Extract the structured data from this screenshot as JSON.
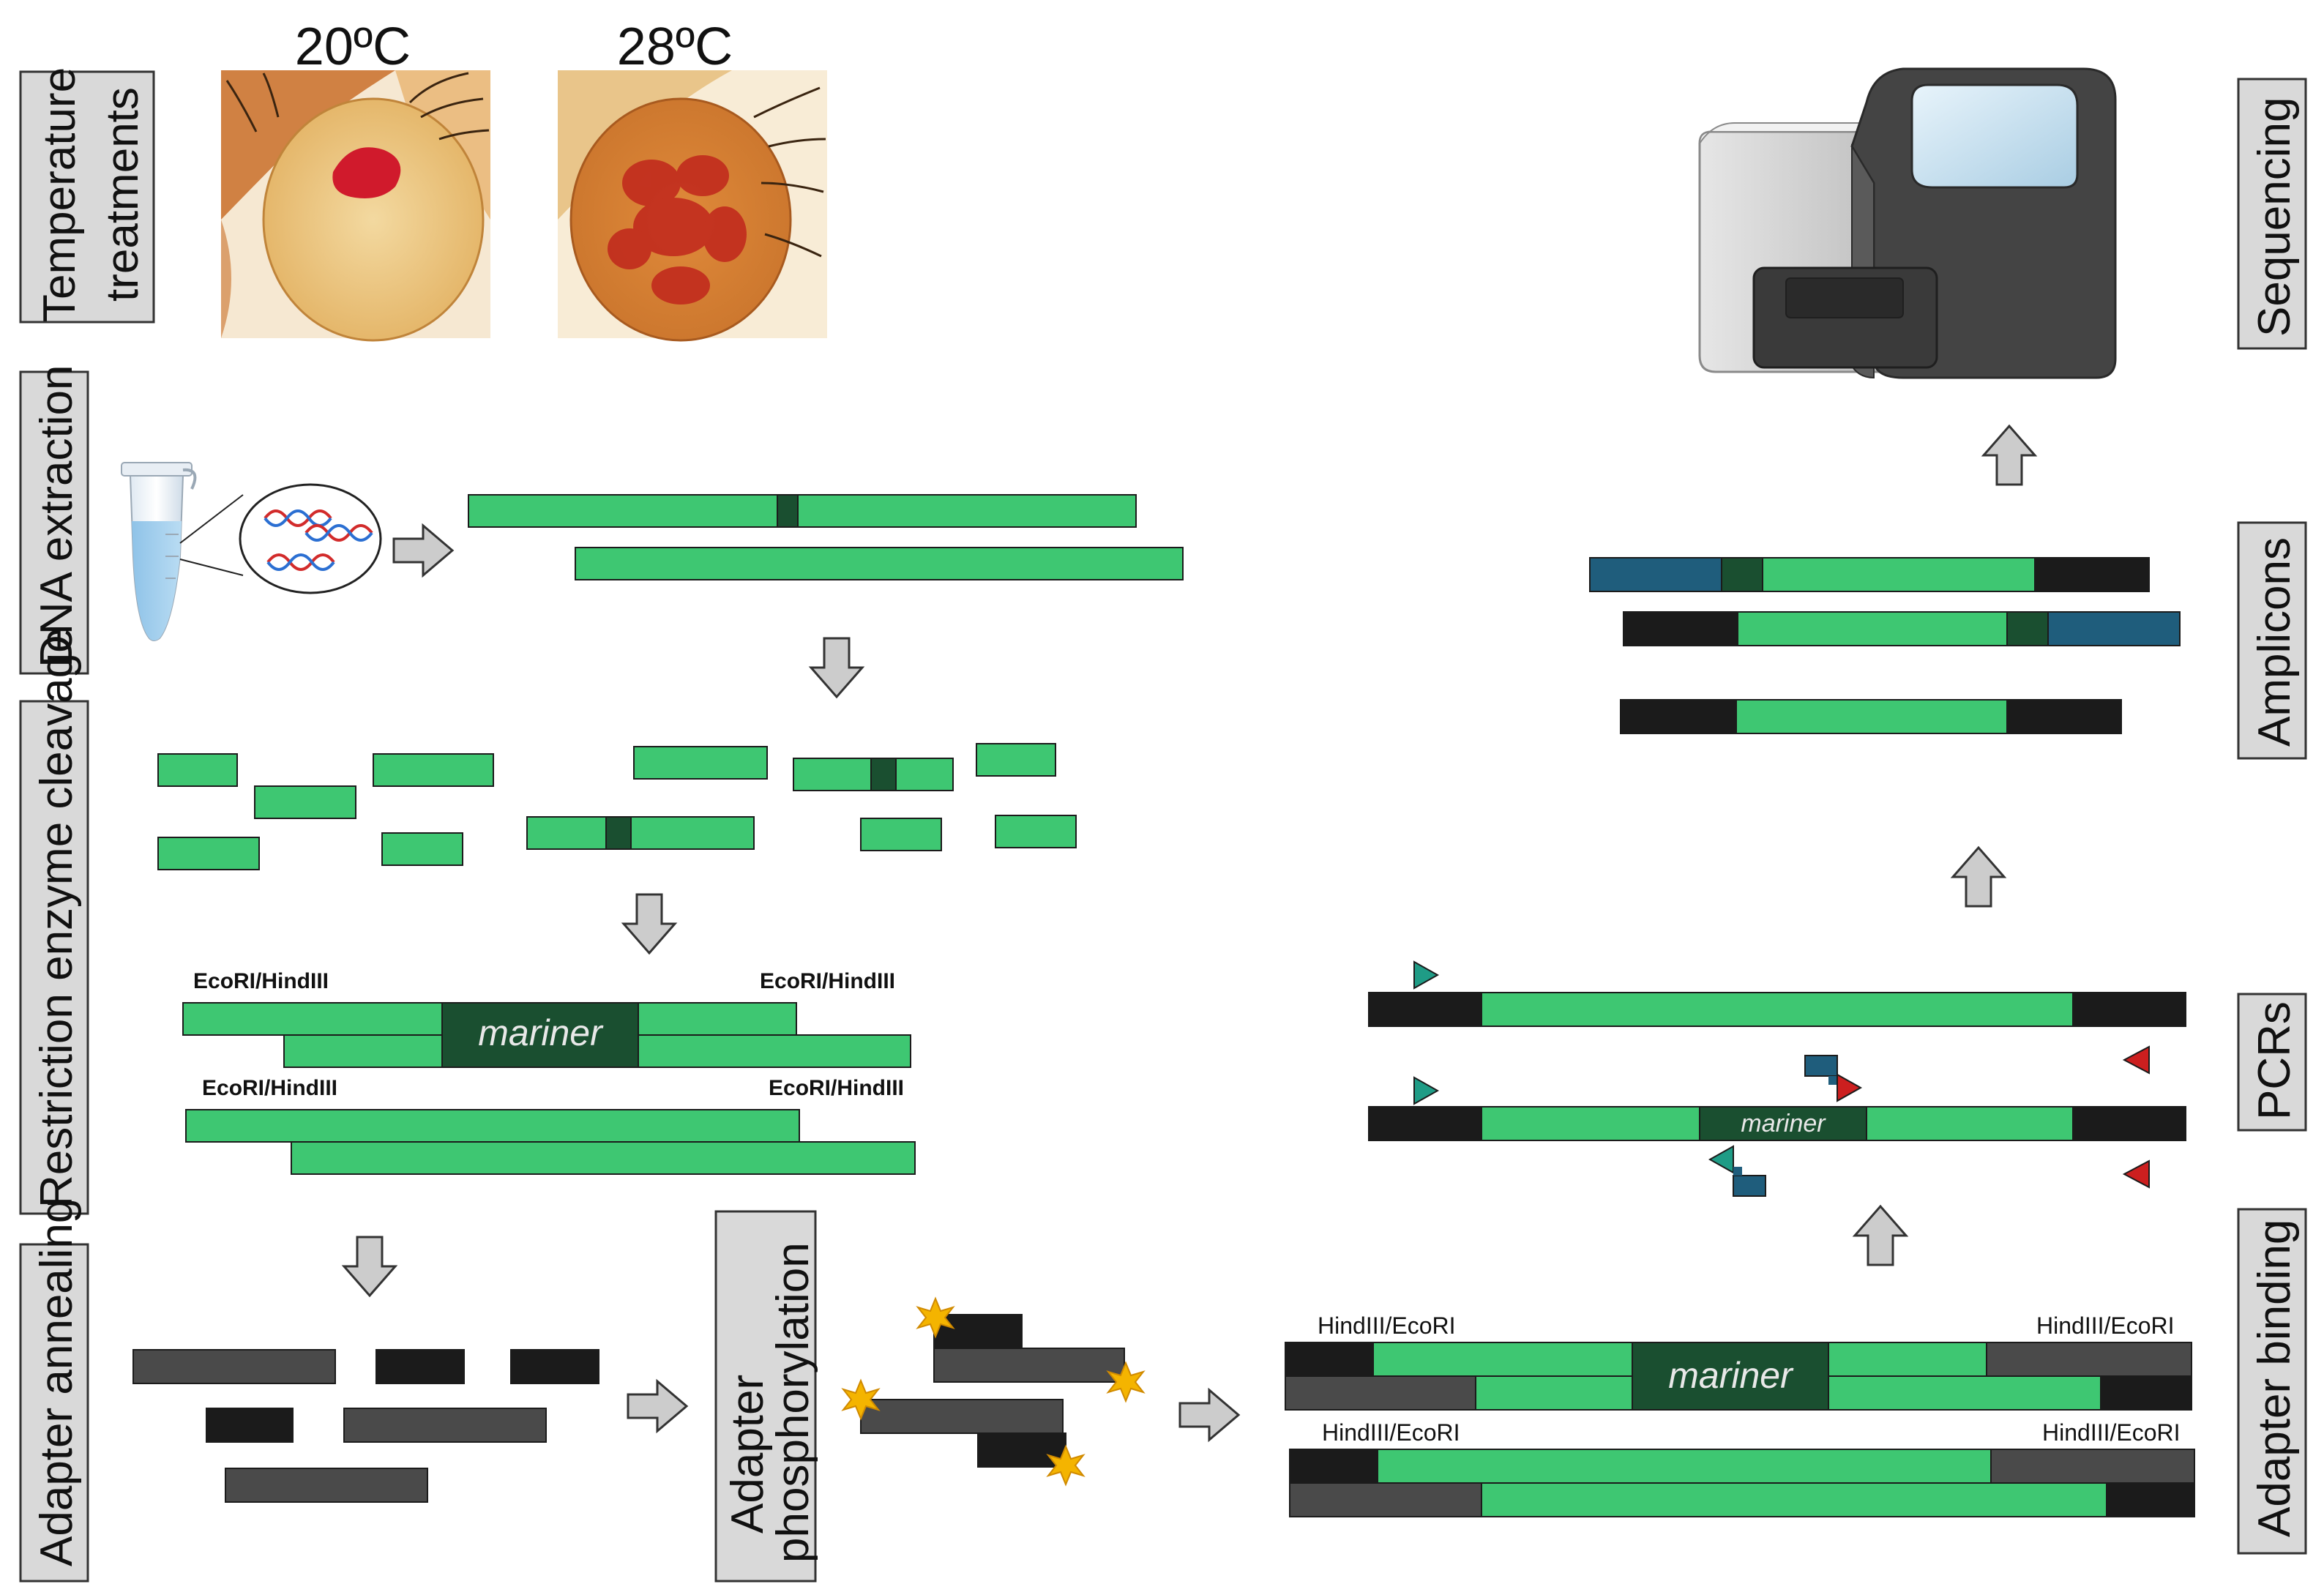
{
  "colors": {
    "green": "#3ec772",
    "dark_green": "#1a4f30",
    "adapter_black": "#1b1b1b",
    "adapter_gray": "#4a4a4a",
    "amplicon_blue": "#1f5d7c",
    "primer_teal": "#1f9c86",
    "primer_red": "#cc1f1f",
    "label_box": "#d9d9d9",
    "arrow_fill": "#cccccc",
    "phosphate_star": "#f4b400"
  },
  "icons": {
    "tube": "microcentrifuge-tube-icon",
    "dna": "dna-helix-icon",
    "sequencer": "sequencer-machine-icon",
    "phosphate": "phosphate-star-icon",
    "primer": "primer-arrow-icon",
    "fly_eye": "fly-eye-photo"
  },
  "stages": {
    "temperature": "Temperature treatments",
    "dna_extraction": "DNA extraction",
    "restriction": "Restriction enzyme cleavage",
    "adapter_annealing": "Adapter annealing",
    "adapter_phosphorylation": "Adapter phosphorylation",
    "adapter_binding": "Adapter binding",
    "pcrs": "PCRs",
    "amplicons": "Amplicons",
    "sequencing": "Sequencing"
  },
  "temperatures": {
    "t1": "20ºC",
    "t2": "28ºC"
  },
  "sites": {
    "ecori_hindiii": "EcoRI/HindIII",
    "hindiii_ecori": "HindIII/EcoRI"
  },
  "transposon": "mariner"
}
